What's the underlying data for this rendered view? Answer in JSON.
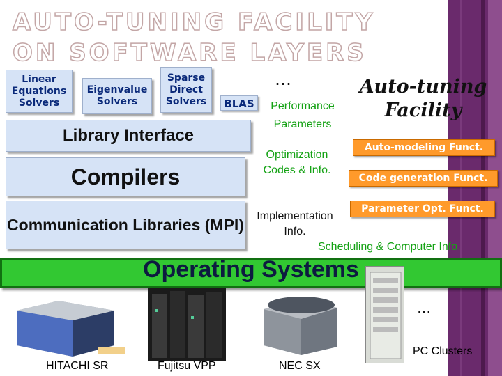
{
  "title": {
    "line1": "AUTO-TUNING FACILITY",
    "line2": "ON SOFTWARE LAYERS"
  },
  "solvers": {
    "linear": "Linear Equations Solvers",
    "eigen": "Eigenvalue Solvers",
    "sparse": "Sparse Direct Solvers",
    "ellipsis": "…"
  },
  "layers": {
    "library_interface": "Library Interface",
    "compilers": "Compilers",
    "communication": "Communication Libraries (MPI)",
    "operating_systems": "Operating Systems"
  },
  "flow": {
    "blas": "BLAS",
    "performance": "Performance",
    "parameters": "Parameters",
    "optimization": "Optimization",
    "codes_info": "Codes & Info.",
    "implementation": "Implementation",
    "info": "Info.",
    "scheduling": "Scheduling & Computer Info."
  },
  "facility": {
    "title_line1": "Auto-tuning",
    "title_line2": "Facility",
    "functions": [
      "Auto-modeling Funct.",
      "Code generation Funct.",
      "Parameter Opt. Funct."
    ]
  },
  "machines": {
    "hitachi": "HITACHI SR",
    "fujitsu": "Fujitsu VPP",
    "nec": "NEC SX",
    "pc": "PC Clusters",
    "ellipsis": "…"
  },
  "colors": {
    "accent_purple": "#6a2a6c",
    "box_blue": "#d6e3f6",
    "os_green": "#32c832",
    "func_orange": "#ff9a2b",
    "text_green": "#14a214"
  }
}
